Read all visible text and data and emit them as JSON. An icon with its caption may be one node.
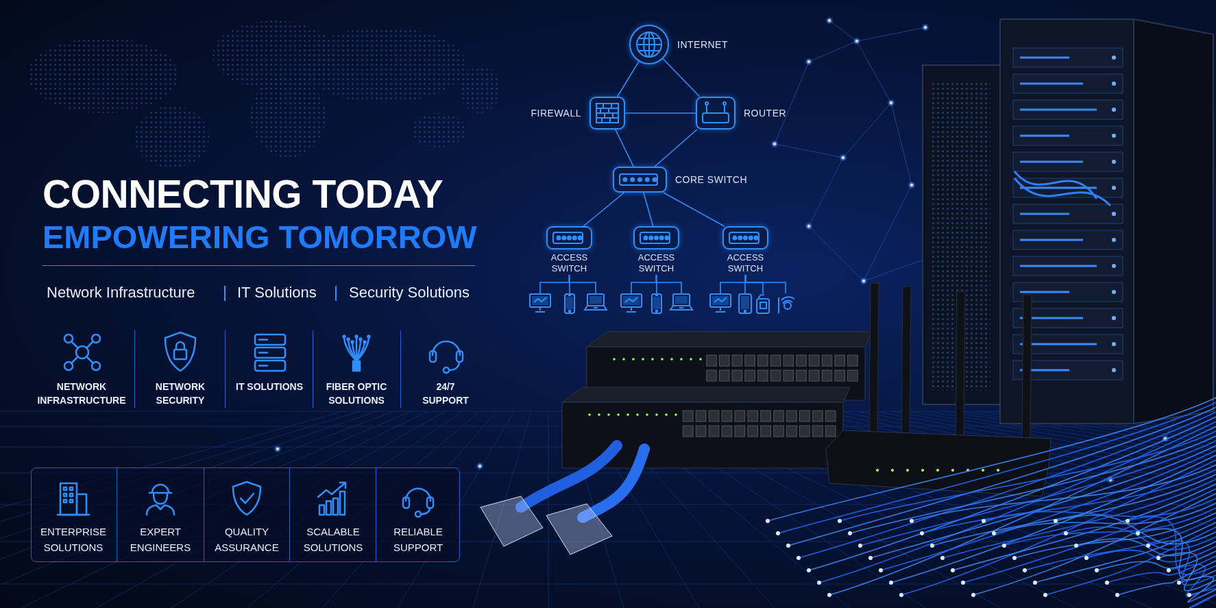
{
  "diagram": {
    "title": "CONNECTING TODAY",
    "nodes": [
      {
        "text": [
          "INTERNET"
        ]
      },
      {
        "text": [
          "FIREWALL"
        ]
      },
      {
        "text": [
          "ROUTER"
        ]
      },
      {
        "text": [
          "CORE SWITCH"
        ]
      },
      {
        "text": [
          "ACCESS SWITCH"
        ]
      },
      {
        "text": [
          "ACCESS SWITCH"
        ]
      },
      {
        "text": [
          "ACCESS SWITCH"
        ]
      },
      {
        "text": [],
        "shape": "picture"
      },
      {
        "text": [],
        "shape": "picture"
      },
      {
        "text": [],
        "shape": "picture"
      },
      {
        "text": [],
        "shape": "picture"
      },
      {
        "text": [],
        "shape": "picture"
      },
      {
        "text": [],
        "shape": "picture"
      },
      {
        "text": [],
        "shape": "picture"
      },
      {
        "text": [],
        "shape": "picture"
      },
      {
        "text": [],
        "shape": "picture"
      },
      {
        "text": [],
        "shape": "picture"
      }
    ],
    "edges": [
      {
        "from": 0,
        "to": 1,
        "arrow": "none"
      },
      {
        "from": 0,
        "to": 2,
        "arrow": "none"
      },
      {
        "from": 1,
        "to": 2,
        "arrow": "none"
      },
      {
        "from": 1,
        "to": 3,
        "arrow": "none"
      },
      {
        "from": 2,
        "to": 3,
        "arrow": "none"
      },
      {
        "from": 3,
        "to": 4,
        "arrow": "none"
      },
      {
        "from": 3,
        "to": 5,
        "arrow": "none"
      },
      {
        "from": 3,
        "to": 6,
        "arrow": "none"
      },
      {
        "from": 4,
        "to": 7,
        "arrow": "none"
      },
      {
        "from": 4,
        "to": 8,
        "arrow": "none"
      },
      {
        "from": 4,
        "to": 9,
        "arrow": "none"
      },
      {
        "from": 5,
        "to": 10,
        "arrow": "none"
      },
      {
        "from": 5,
        "to": 11,
        "arrow": "none"
      },
      {
        "from": 5,
        "to": 12,
        "arrow": "none"
      },
      {
        "from": 6,
        "to": 13,
        "arrow": "none"
      },
      {
        "from": 6,
        "to": 14,
        "arrow": "none"
      },
      {
        "from": 6,
        "to": 15,
        "arrow": "none"
      },
      {
        "from": 6,
        "to": 16,
        "arrow": "none"
      }
    ],
    "labels": [
      "EMPOWERING TOMORROW",
      "Network Infrastructure",
      "IT Solutions",
      "Security Solutions",
      "NETWORK INFRASTRUCTURE",
      "NETWORK SECURITY",
      "IT SOLUTIONS",
      "FIBER OPTIC SOLUTIONS",
      "24/7 SUPPORT",
      "ENTERPRISE SOLUTIONS",
      "EXPERT ENGINEERS",
      "QUALITY ASSURANCE",
      "SCALABLE SOLUTIONS",
      "RELIABLE SUPPORT"
    ]
  }
}
